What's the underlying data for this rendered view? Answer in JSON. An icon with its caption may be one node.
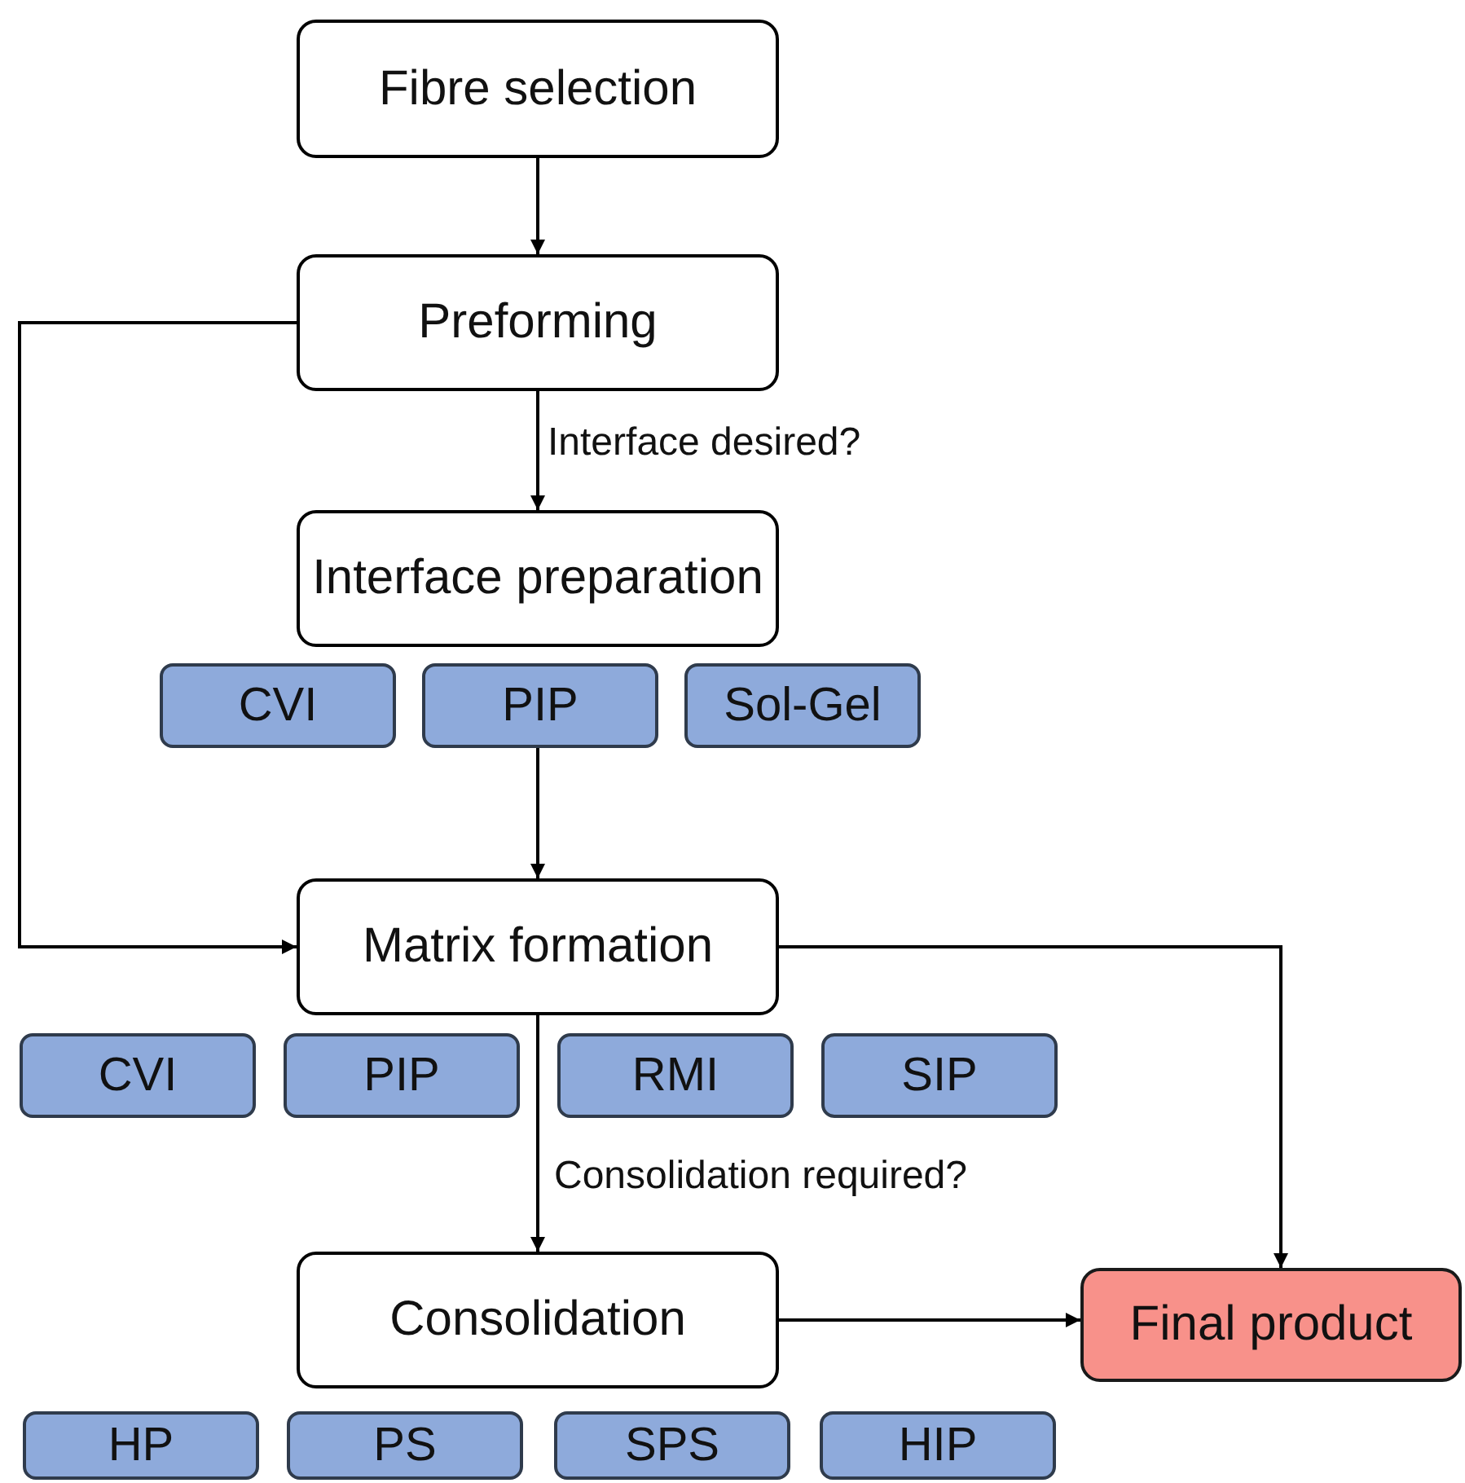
{
  "diagram": {
    "nodes": [
      {
        "text": [
          "Fibre selection"
        ]
      },
      {
        "text": [
          "Preforming"
        ]
      },
      {
        "text": [
          "Interface preparation"
        ]
      },
      {
        "text": [
          "CVI"
        ]
      },
      {
        "text": [
          "PIP"
        ]
      },
      {
        "text": [
          "Sol-Gel"
        ]
      },
      {
        "text": [
          "Matrix formation"
        ]
      },
      {
        "text": [
          "CVI"
        ]
      },
      {
        "text": [
          "PIP"
        ]
      },
      {
        "text": [
          "RMI"
        ]
      },
      {
        "text": [
          "SIP"
        ]
      },
      {
        "text": [
          "Consolidation"
        ]
      },
      {
        "text": [
          "Final product"
        ]
      },
      {
        "text": [
          "HP"
        ]
      },
      {
        "text": [
          "PS"
        ]
      },
      {
        "text": [
          "SPS"
        ]
      },
      {
        "text": [
          "HIP"
        ]
      }
    ],
    "edges": [
      {
        "from": 0,
        "to": 1,
        "arrow": "to"
      },
      {
        "from": 1,
        "to": 2,
        "arrow": "to",
        "label": "Interface desired?"
      },
      {
        "from": 4,
        "to": 6,
        "arrow": "to"
      },
      {
        "from": 1,
        "to": 6,
        "arrow": "to"
      },
      {
        "from": 6,
        "to": 12,
        "arrow": "to"
      },
      {
        "from": 6,
        "to": 11,
        "arrow": "to",
        "label": "Consolidation required?"
      },
      {
        "from": 11,
        "to": 12,
        "arrow": "to"
      }
    ]
  }
}
